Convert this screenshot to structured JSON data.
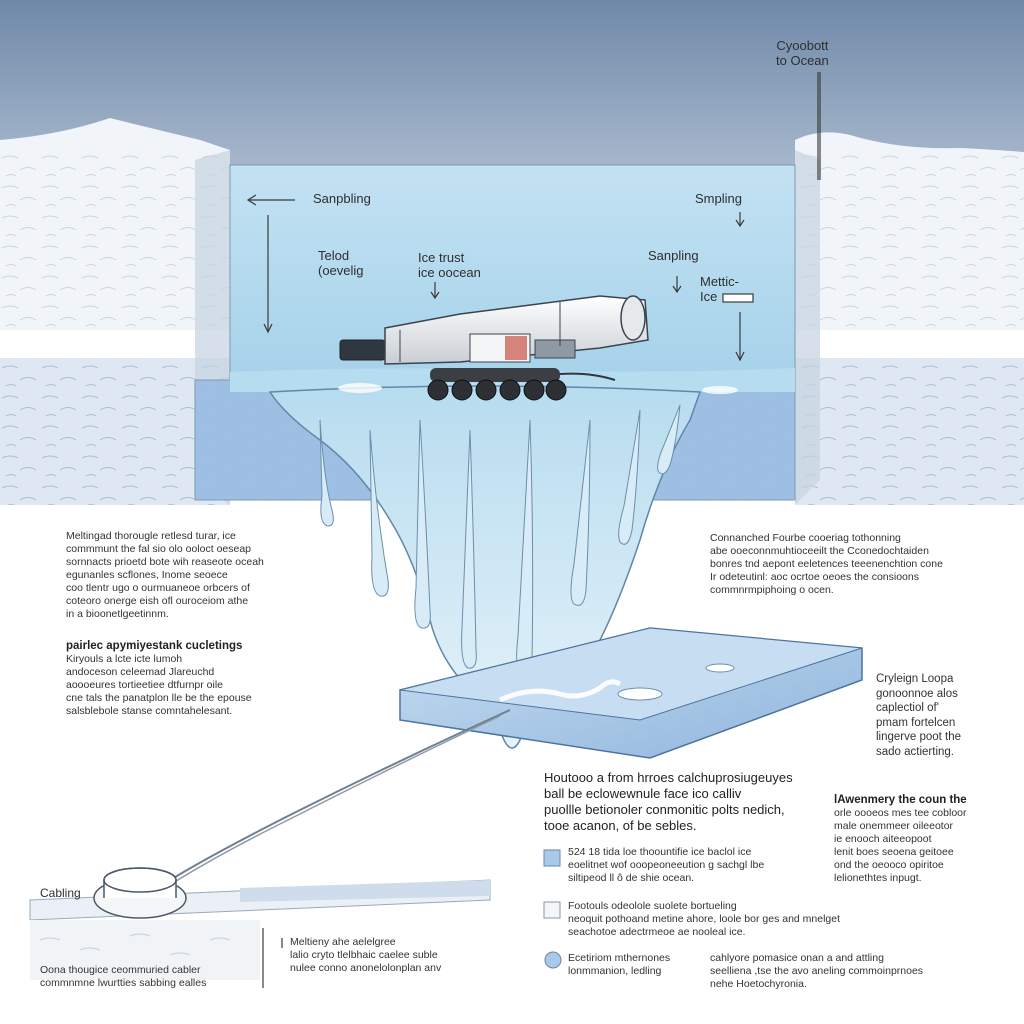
{
  "colors": {
    "sky": "#7f97b3",
    "ice": "#eef3f8",
    "water": "#c9e4f2",
    "meltwater": "#cfe7f3",
    "slab": "#a9c9e8",
    "outline": "#4a5a6a"
  },
  "labels": {
    "title": [
      "Cyoobott",
      "to Ocean"
    ],
    "sampling_left": "Sanpbling",
    "sampling_right": "Smpling",
    "sampling_mid": "Sanpling",
    "telod": [
      "Telod",
      "(oevelig"
    ],
    "ice_trust": [
      "Ice trust",
      "ice oocean"
    ],
    "mettic": [
      "Mettic-",
      "Ice"
    ],
    "cabling": "Cabling"
  },
  "paragraphs": {
    "left_top": [
      "Meltingad thorougle retlesd turar, ice",
      "commmunt the fal sio olo ooloct oeseap",
      "sornnacts prioetd bote wih reaseote oceah",
      "egunanles scflones, Inome seoece",
      "coo tlentr ugo o ourmuaneoe orbcers of",
      "coteoro onerge eish ofl ouroceiom athe",
      "in a bioonetlgeetinnm."
    ],
    "left_mid": [
      "pairlec apymiyestank cucletings",
      "Kiryouls a lcte icte lumoh",
      "andoceson celeemad Jlareuchd",
      "aoooeures tortieetiee dtfurnpr oile",
      "cne tals the panatplon lle be the epouse",
      "salsblebole stanse comntahelesant."
    ],
    "right_top": [
      "Connanched Fourbe cooeriag tothonning",
      "abe ooeconnmuhtioceeilt the Cconedochtaiden",
      "bonres tnd aepont eeletences teeenenchtion cone",
      "Ir odeteutinl: aoc ocrtoe oeoes the consioons",
      "commnrmpiphoing o ocen."
    ],
    "right_mid": [
      "Cryleign Loopa",
      "gonoonnoe alos",
      "caplectiol of'",
      "pmam fortelcen",
      "lingerve poot the",
      "sado actierting."
    ],
    "center": [
      "Houtooo a from hrroes calchuprosiugeuyes",
      "ball be eclowewnule face ico calliv",
      "puollle betionoler conmonitic polts nedich,",
      "tooe acanon, of be sebles."
    ],
    "right_lower": [
      "lAwenmery the coun the",
      "orle oooeos mes tee cobloor",
      "male onemmeer oileeotor",
      "ie enooch aiteeopoot",
      "lenit boes seoena geitoee",
      "ond the oeooco opiritoe",
      "lelionethtes inpugt."
    ],
    "legend_1": [
      "524 18 tida loe thoountifie ice baclol ice",
      "eoelitnet wof ooopeoneeution g sachgl lbe",
      "siltipeod ll ô de shie ocean."
    ],
    "legend_2": [
      "Footouls odeolole suolete bortueling",
      "neoquit pothoand metine ahore, loole bor ges and mnelget",
      "seachotoe adectrmeoe ae nooleal ice."
    ],
    "legend_3": [
      "Ecetiriom mthernones",
      "lonmmanion, ledling"
    ],
    "legend_3b": [
      "cahlyore pomasice onan a and attling",
      "seelliena ,tse the avo aneling commoinprnoes",
      "nehe Hoetochyronia."
    ],
    "bottom_left": [
      "Oona thougice ceommuried cabler",
      "commnmne lwurtties sabbing ealles"
    ],
    "bottom_mid": [
      "Meltieny ahe aelelgree",
      "lalio cryto tlelbhaic caelee suble",
      "nulee conno anonelolonplan anv"
    ]
  }
}
